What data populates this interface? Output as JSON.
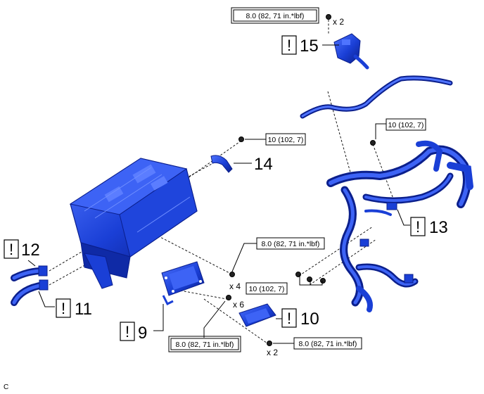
{
  "diagram": {
    "corner_code": "C",
    "torque_specs": {
      "t15": "8.0 (82, 71 in.*lbf)",
      "t14": "10 (102, 7)",
      "t13": "10 (102, 7)",
      "t_mid": "8.0 (82, 71 in.*lbf)",
      "t_lower": "10 (102, 7)",
      "t9": "8.0 (82, 71 in.*lbf)",
      "t10": "8.0 (82, 71 in.*lbf)"
    },
    "quantities": {
      "q15": "x 2",
      "q_mid": "x 4",
      "q9": "x 6",
      "q10": "x 2"
    },
    "caution_mark": "!",
    "parts": {
      "p9": "9",
      "p10": "10",
      "p11": "11",
      "p12": "12",
      "p13": "13",
      "p14": "14",
      "p15": "15"
    },
    "colors": {
      "part_blue": "#1a3fd6",
      "part_dark": "#0b1f8c",
      "part_light": "#4f74ff",
      "line": "#000000"
    }
  }
}
